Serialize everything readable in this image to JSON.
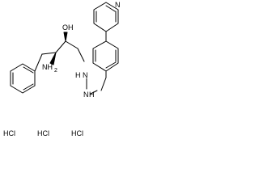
{
  "molecule": {
    "atom_labels": {
      "oh": "OH",
      "nh2": "NH",
      "nh2_subscript": "2",
      "hydrazine_n1": "H",
      "hydrazine_n1_n": "N",
      "hydrazine_n2": "N",
      "hydrazine_n2_h": "H",
      "pyridine_n": "N"
    },
    "salts": [
      "HCl",
      "HCl",
      "HCl"
    ]
  },
  "colors": {
    "bonds": "#000000",
    "text": "#000000",
    "background": "#ffffff"
  }
}
